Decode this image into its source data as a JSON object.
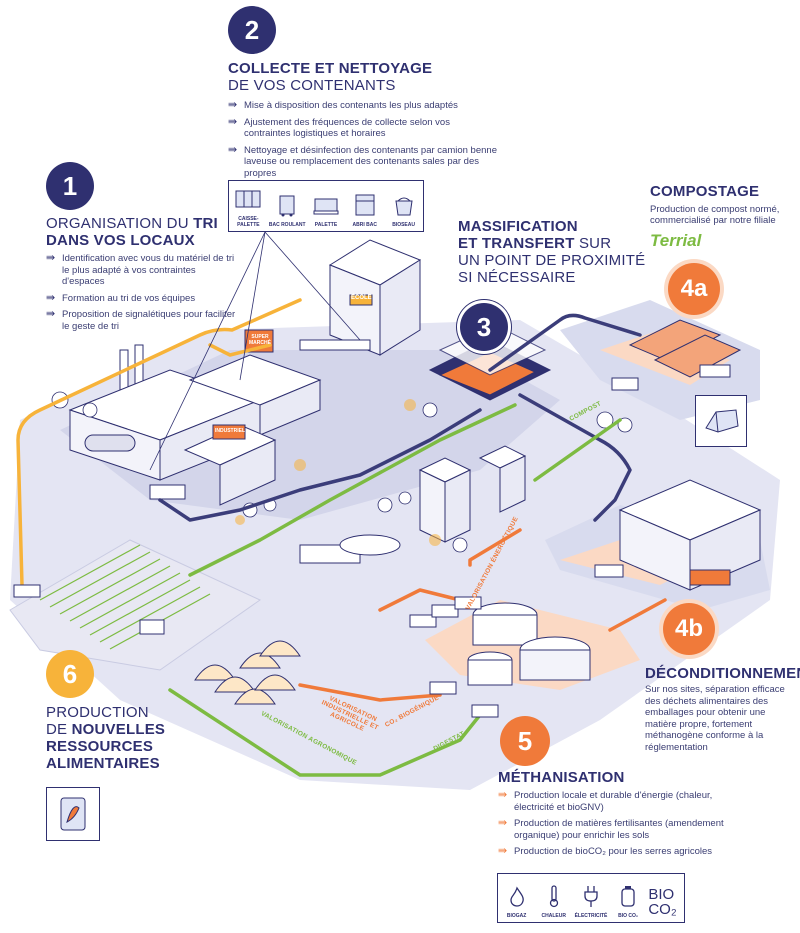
{
  "step2": {
    "number": "2",
    "title_bold": "COLLECTE ET NETTOYAGE",
    "title_rest": "DE VOS CONTENANTS",
    "bullets": [
      "Mise à disposition des contenants les plus adaptés",
      "Ajustement des fréquences de collecte selon vos contraintes logistiques et horaires",
      "Nettoyage et désinfection des contenants par camion benne laveuse ou remplacement des contenants sales par des propres"
    ],
    "containers": [
      "CAISSE-PALETTE",
      "BAC ROULANT",
      "PALETTE",
      "ABRI BAC",
      "BIOSEAU"
    ]
  },
  "step1": {
    "number": "1",
    "title_rest": "ORGANISATION DU",
    "title_bold1": "TRI",
    "title_bold2": "DANS VOS LOCAUX",
    "bullets": [
      "Identification avec vous du matériel de tri le plus adapté à vos contraintes d'espaces",
      "Formation au tri de vos équipes",
      "Proposition de signalétiques pour faciliter le geste de tri"
    ]
  },
  "step3": {
    "number": "3",
    "title_bold1": "MASSIFICATION",
    "title_bold2": "ET TRANSFERT",
    "title_rest1": "SUR",
    "title_rest2": "UN POINT DE PROXIMITÉ",
    "title_rest3": "SI NÉCESSAIRE"
  },
  "step4a": {
    "number": "4a",
    "title": "COMPOSTAGE",
    "desc": "Production de compost normé, commercialisé par notre filiale",
    "brand": "Terrial"
  },
  "step4b": {
    "number": "4b",
    "title": "DÉCONDITIONNEMENT",
    "desc": "Sur nos sites, séparation efficace des déchets alimentaires des emballages pour obtenir une matière propre, fortement méthanogène conforme à la réglementation"
  },
  "step5": {
    "number": "5",
    "title": "MÉTHANISATION",
    "bullets": [
      "Production locale et durable d'énergie (chaleur, électricité et bioGNV)",
      "Production de matières fertilisantes (amendement organique) pour enrichir les sols",
      "Production de bioCO₂ pour les serres agricoles"
    ],
    "outputs": [
      "BIOGAZ",
      "CHALEUR",
      "ÉLECTRICITÉ",
      "BIO CO₂"
    ],
    "bio_big": "BIO",
    "co2_big": "CO₂"
  },
  "step6": {
    "number": "6",
    "title_rest1": "PRODUCTION",
    "title_rest2": "DE",
    "title_bold1": "NOUVELLES",
    "title_bold2": "RESSOURCES",
    "title_bold3": "ALIMENTAIRES"
  },
  "scene": {
    "school_sign": "ÉCOLE",
    "market_sign": "SUPER MARCHÉ",
    "industry_sign": "INDUSTRIEL",
    "labels": {
      "compost": "COMPOST",
      "valorisation_energetique": "VALORISATION ÉNERGÉTIQUE",
      "valorisation_industrielle": "VALORISATION INDUSTRIELLE ET AGRICOLE",
      "co2_biogenique": "CO₂ BIOGÉNIQUE",
      "valorisation_agronomique": "VALORISATION AGRONOMIQUE",
      "digestat": "DIGESTAT"
    }
  },
  "colors": {
    "navy": "#2f3070",
    "orange": "#f07a3a",
    "yellow": "#f7b33a",
    "green": "#7dbb42",
    "ground": "#e4e5f3",
    "peach": "#fbd9c4"
  }
}
